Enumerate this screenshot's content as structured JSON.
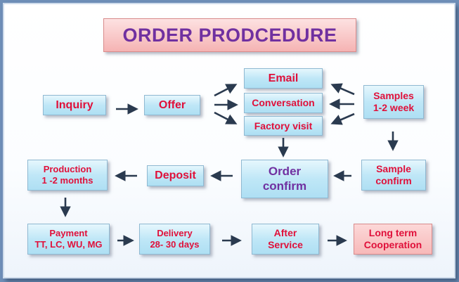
{
  "title": "ORDER PRODCEDURE",
  "steps": {
    "inquiry": "Inquiry",
    "offer": "Offer",
    "email": "Email",
    "conversation": "Conversation",
    "factory_visit": "Factory visit",
    "samples": "Samples\n1-2 week",
    "sample_confirm": "Sample\nconfirm",
    "order_confirm": "Order\nconfirm",
    "deposit": "Deposit",
    "production": "Production\n1 -2 months",
    "payment": "Payment\nTT, LC, WU, MG",
    "delivery": "Delivery\n28- 30 days",
    "after_service": "After\nService",
    "long_term": "Long term\nCooperation"
  },
  "colors": {
    "text_red": "#e0103a",
    "text_purple": "#7030a0",
    "box_blue": "#bfe7f7",
    "box_pink": "#f7b9b9",
    "arrow": "#2a3a4f"
  }
}
